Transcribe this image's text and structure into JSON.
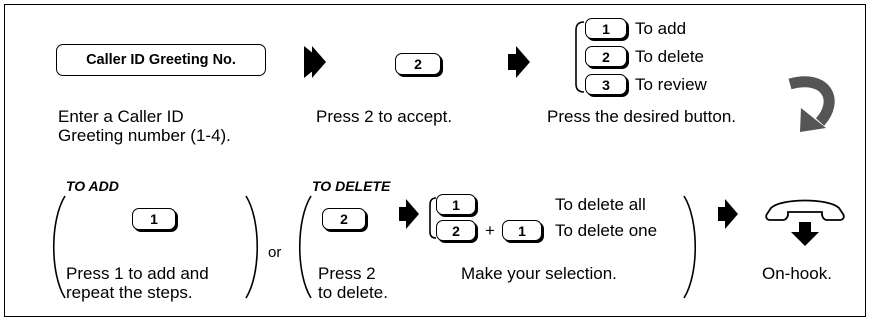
{
  "step1": {
    "button_label": "Caller ID Greeting No.",
    "desc_line1": "Enter a Caller ID",
    "desc_line2": "Greeting number (1-4)."
  },
  "step2": {
    "key": "2",
    "desc": "Press 2 to accept."
  },
  "step3": {
    "options": [
      {
        "key": "1",
        "label": "To add"
      },
      {
        "key": "2",
        "label": "To delete"
      },
      {
        "key": "3",
        "label": "To review"
      }
    ],
    "desc": "Press the desired button."
  },
  "to_add": {
    "heading": "TO ADD",
    "key": "1",
    "desc_line1": "Press 1 to add and",
    "desc_line2": "repeat the steps."
  },
  "or_text": "or",
  "to_delete": {
    "heading": "TO DELETE",
    "key": "2",
    "desc_line1": "Press 2",
    "desc_line2": "to delete.",
    "all_key": "1",
    "all_label": "To delete all",
    "one_key_a": "2",
    "plus": "+",
    "one_key_b": "1",
    "one_label": "To delete one",
    "selection_desc": "Make your selection."
  },
  "onhook": {
    "desc": "On-hook."
  }
}
